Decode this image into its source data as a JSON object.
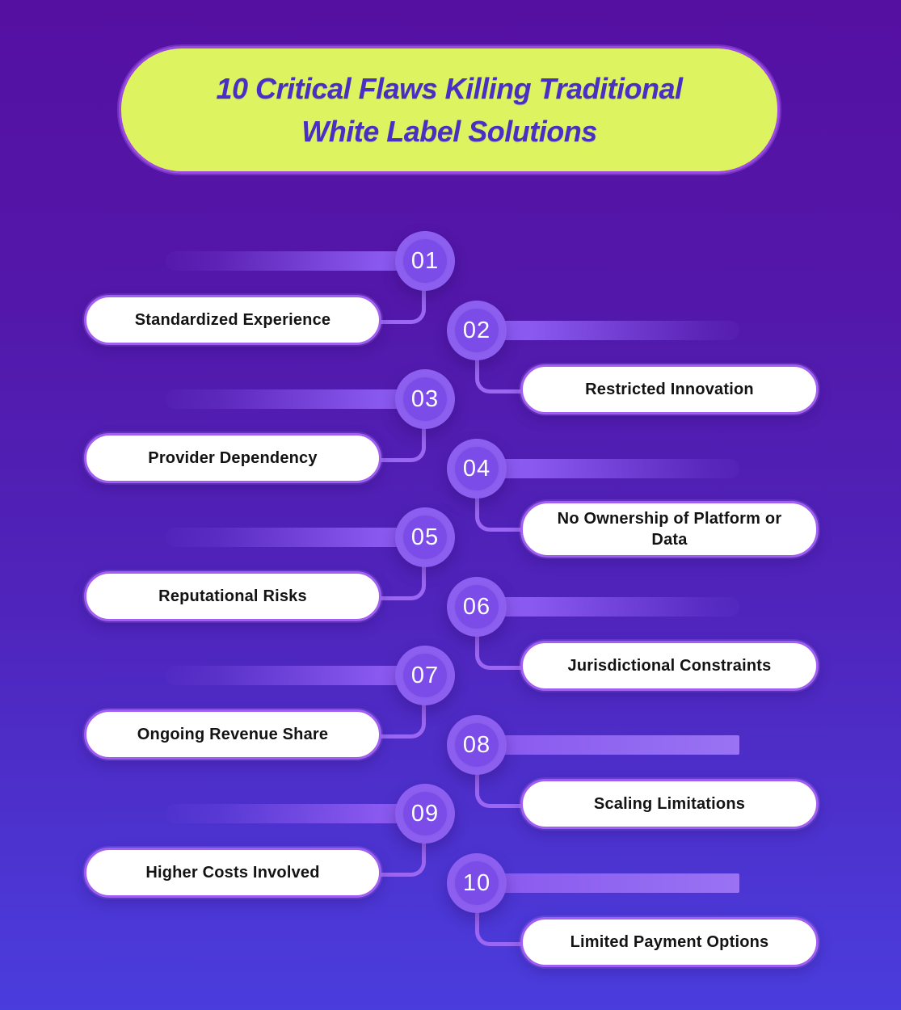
{
  "title": {
    "line1": "10 Critical Flaws Killing Traditional",
    "line2": "White Label Solutions"
  },
  "items": [
    {
      "number": "01",
      "label": "Standardized Experience"
    },
    {
      "number": "02",
      "label": "Restricted Innovation"
    },
    {
      "number": "03",
      "label": "Provider Dependency"
    },
    {
      "number": "04",
      "label": "No Ownership of Platform or Data"
    },
    {
      "number": "05",
      "label": "Reputational Risks"
    },
    {
      "number": "06",
      "label": "Jurisdictional Constraints"
    },
    {
      "number": "07",
      "label": "Ongoing Revenue Share"
    },
    {
      "number": "08",
      "label": "Scaling Limitations"
    },
    {
      "number": "09",
      "label": "Higher Costs Involved"
    },
    {
      "number": "10",
      "label": "Limited Payment Options"
    }
  ],
  "colors": {
    "background_top": "#5510a2",
    "background_bottom": "#4a3ddd",
    "title_fill": "#ddf35f",
    "title_border": "#9b49e0",
    "title_text": "#4a2fc3",
    "circle_outer": "#8d5ff0",
    "circle_inner": "#7c4ce9",
    "bar": "#8d5cf2",
    "connector": "#9b67f2",
    "pill_border": "#a15ef2",
    "pill_text": "#131313",
    "number_text": "#ffffff"
  }
}
